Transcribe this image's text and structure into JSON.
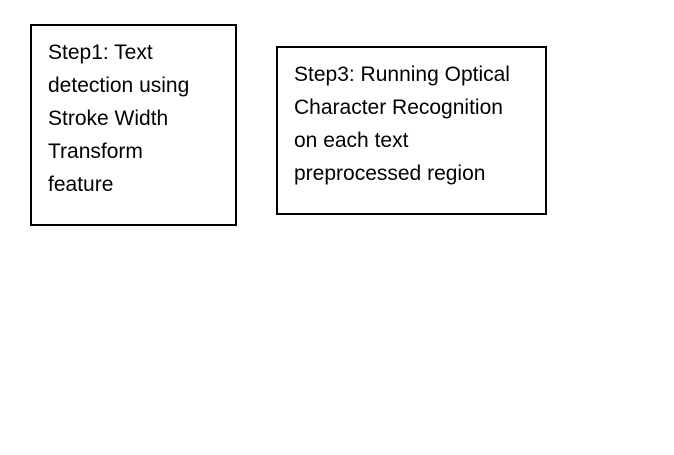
{
  "diagram": {
    "boxes": [
      {
        "id": "step1",
        "lines": [
          "Step1: Text",
          "detection using",
          "Stroke Width",
          "Transform",
          "feature"
        ]
      },
      {
        "id": "step3",
        "lines": [
          "Step3: Running Optical",
          "Character Recognition",
          "on each text",
          "preprocessed region"
        ]
      }
    ]
  },
  "colors": {
    "background": "#ffffff",
    "border": "#000000",
    "text": "#000000"
  }
}
